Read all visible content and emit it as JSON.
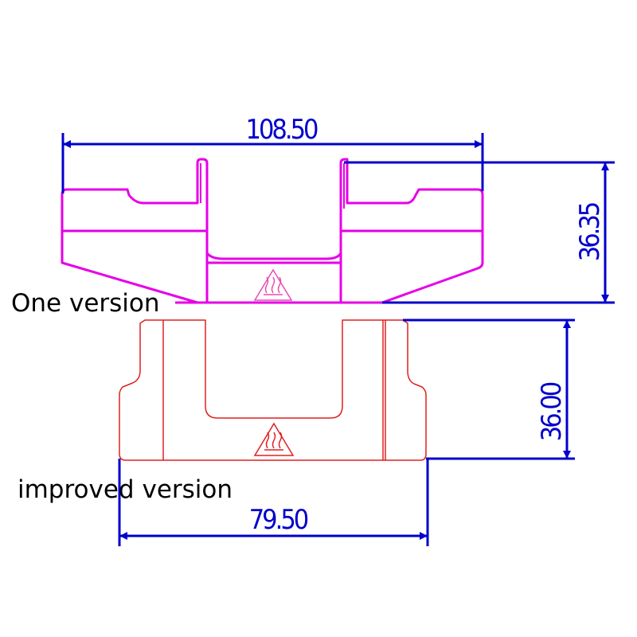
{
  "labels": {
    "one_version": "One version",
    "improved_version": "improved version"
  },
  "dimensions": {
    "top_width": "108.50",
    "top_height": "36.35",
    "bottom_height": "36.00",
    "bottom_width": "79.50"
  },
  "colors": {
    "one_version_outline": "#e600e6",
    "improved_version_outline": "#e02020",
    "dimension_lines": "#0000cc",
    "warning_symbol": "#e64db3"
  },
  "icons": {
    "hot_surface": "hot-surface-warning-icon"
  }
}
